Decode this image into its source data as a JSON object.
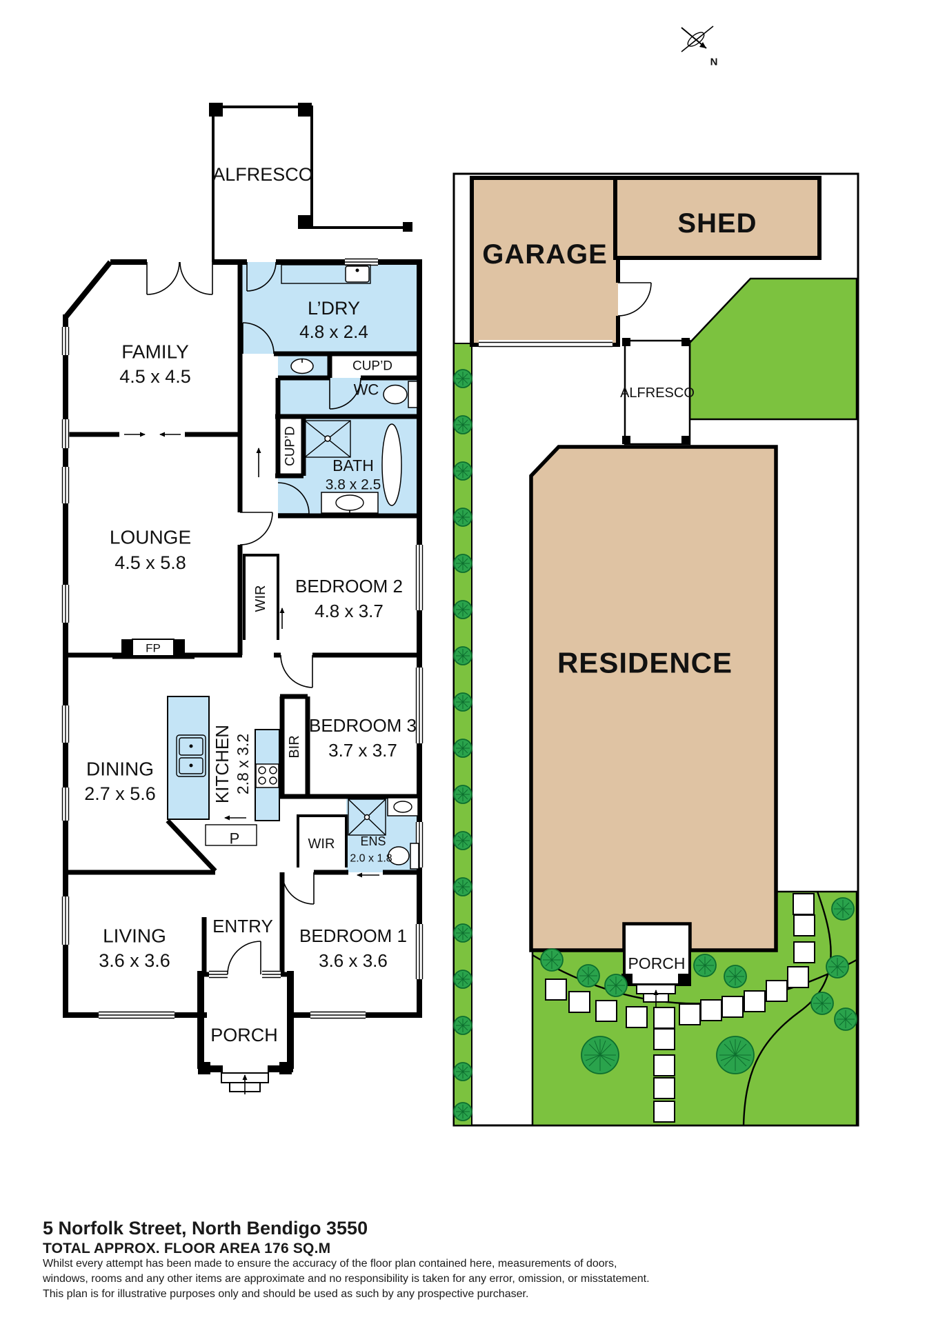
{
  "compass": {
    "north_label": "N"
  },
  "floor_plan": {
    "alfresco": {
      "name": "ALFRESCO"
    },
    "family": {
      "name": "FAMILY",
      "dims": "4.5 x 4.5"
    },
    "laundry": {
      "name": "L’DRY",
      "dims": "4.8 x 2.4"
    },
    "cupboard_top": {
      "name": "CUP’D"
    },
    "wc": {
      "name": "WC"
    },
    "cupboard_side": {
      "name": "CUP’D"
    },
    "bath": {
      "name": "BATH",
      "dims": "3.8 x 2.5"
    },
    "lounge": {
      "name": "LOUNGE",
      "dims": "4.5 x 5.8"
    },
    "wir_bed2": {
      "name": "WIR"
    },
    "bedroom2": {
      "name": "BEDROOM 2",
      "dims": "4.8 x 3.7"
    },
    "fireplace": {
      "name": "FP"
    },
    "dining": {
      "name": "DINING",
      "dims": "2.7 x 5.6"
    },
    "kitchen": {
      "name": "KITCHEN",
      "dims": "2.8 x 3.2"
    },
    "bir": {
      "name": "BIR"
    },
    "bedroom3": {
      "name": "BEDROOM 3",
      "dims": "3.7 x 3.7"
    },
    "pantry": {
      "name": "P"
    },
    "wir_bed1": {
      "name": "WIR"
    },
    "ensuite": {
      "name": "ENS",
      "dims": "2.0 x 1.8"
    },
    "living": {
      "name": "LIVING",
      "dims": "3.6 x 3.6"
    },
    "entry": {
      "name": "ENTRY"
    },
    "bedroom1": {
      "name": "BEDROOM 1",
      "dims": "3.6 x 3.6"
    },
    "porch": {
      "name": "PORCH"
    }
  },
  "site_plan": {
    "garage": {
      "name": "GARAGE"
    },
    "shed": {
      "name": "SHED"
    },
    "alfresco": {
      "name": "ALFRESCO"
    },
    "residence": {
      "name": "RESIDENCE"
    },
    "porch": {
      "name": "PORCH"
    }
  },
  "footer": {
    "address": "5 Norfolk Street, North Bendigo 3550",
    "area": "TOTAL APPROX. FLOOR AREA 176 SQ.M",
    "disclaimer_lines": [
      "Whilst every attempt has been made to ensure the accuracy of the floor plan contained here, measurements of doors,",
      "windows, rooms and any other items are approximate and no responsibility is taken for any error, omission, or misstatement.",
      "This plan is for illustrative purposes only and should be used as such by any prospective purchaser."
    ]
  }
}
